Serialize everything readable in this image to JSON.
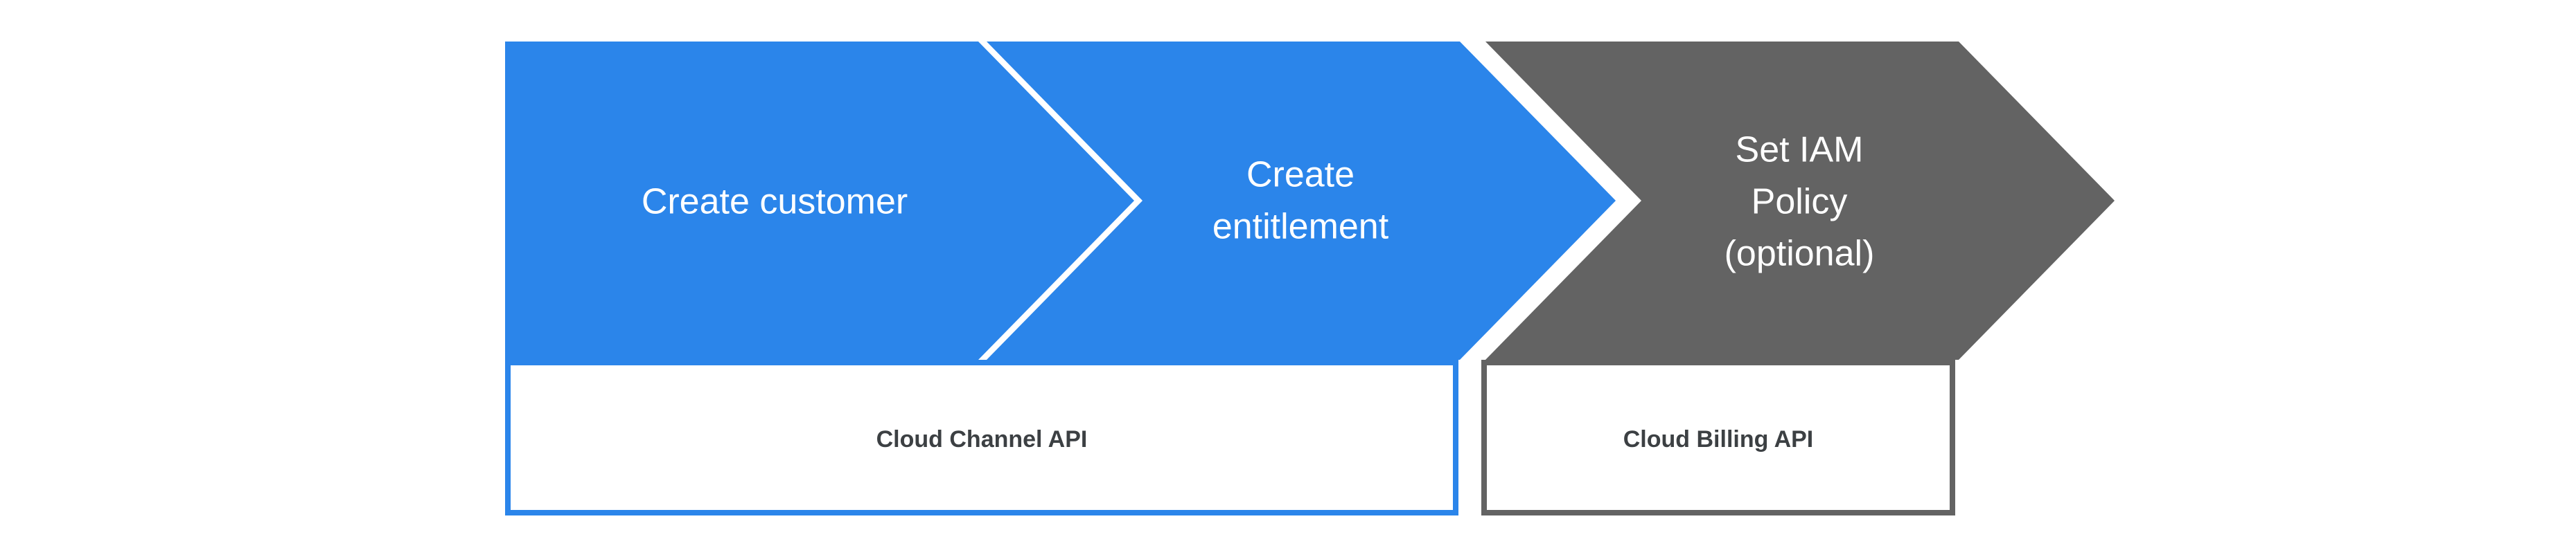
{
  "diagram": {
    "type": "chevron-process-flow",
    "background_color": "#ffffff",
    "steps": [
      {
        "id": "create-customer",
        "label": "Create customer",
        "label_lines": [
          "Create customer"
        ],
        "fill_color": "#2b85ea",
        "text_color": "#ffffff",
        "optional": false
      },
      {
        "id": "create-entitlement",
        "label": "Create entitlement",
        "label_lines": [
          "Create",
          "entitlement"
        ],
        "fill_color": "#2b85ea",
        "text_color": "#ffffff",
        "optional": false
      },
      {
        "id": "set-iam-policy",
        "label": "Set IAM Policy (optional)",
        "label_lines": [
          "Set IAM",
          "Policy",
          "(optional)"
        ],
        "fill_color": "#636363",
        "text_color": "#ffffff",
        "optional": true
      }
    ],
    "groups": [
      {
        "id": "cloud-channel-api",
        "label": "Cloud Channel API",
        "border_color": "#2b85ea",
        "text_color": "#3c4043",
        "fill_color": "#ffffff",
        "covers_steps": [
          "create-customer",
          "create-entitlement"
        ]
      },
      {
        "id": "cloud-billing-api",
        "label": "Cloud Billing API",
        "border_color": "#636363",
        "text_color": "#3c4043",
        "fill_color": "#ffffff",
        "covers_steps": [
          "set-iam-policy"
        ]
      }
    ]
  }
}
